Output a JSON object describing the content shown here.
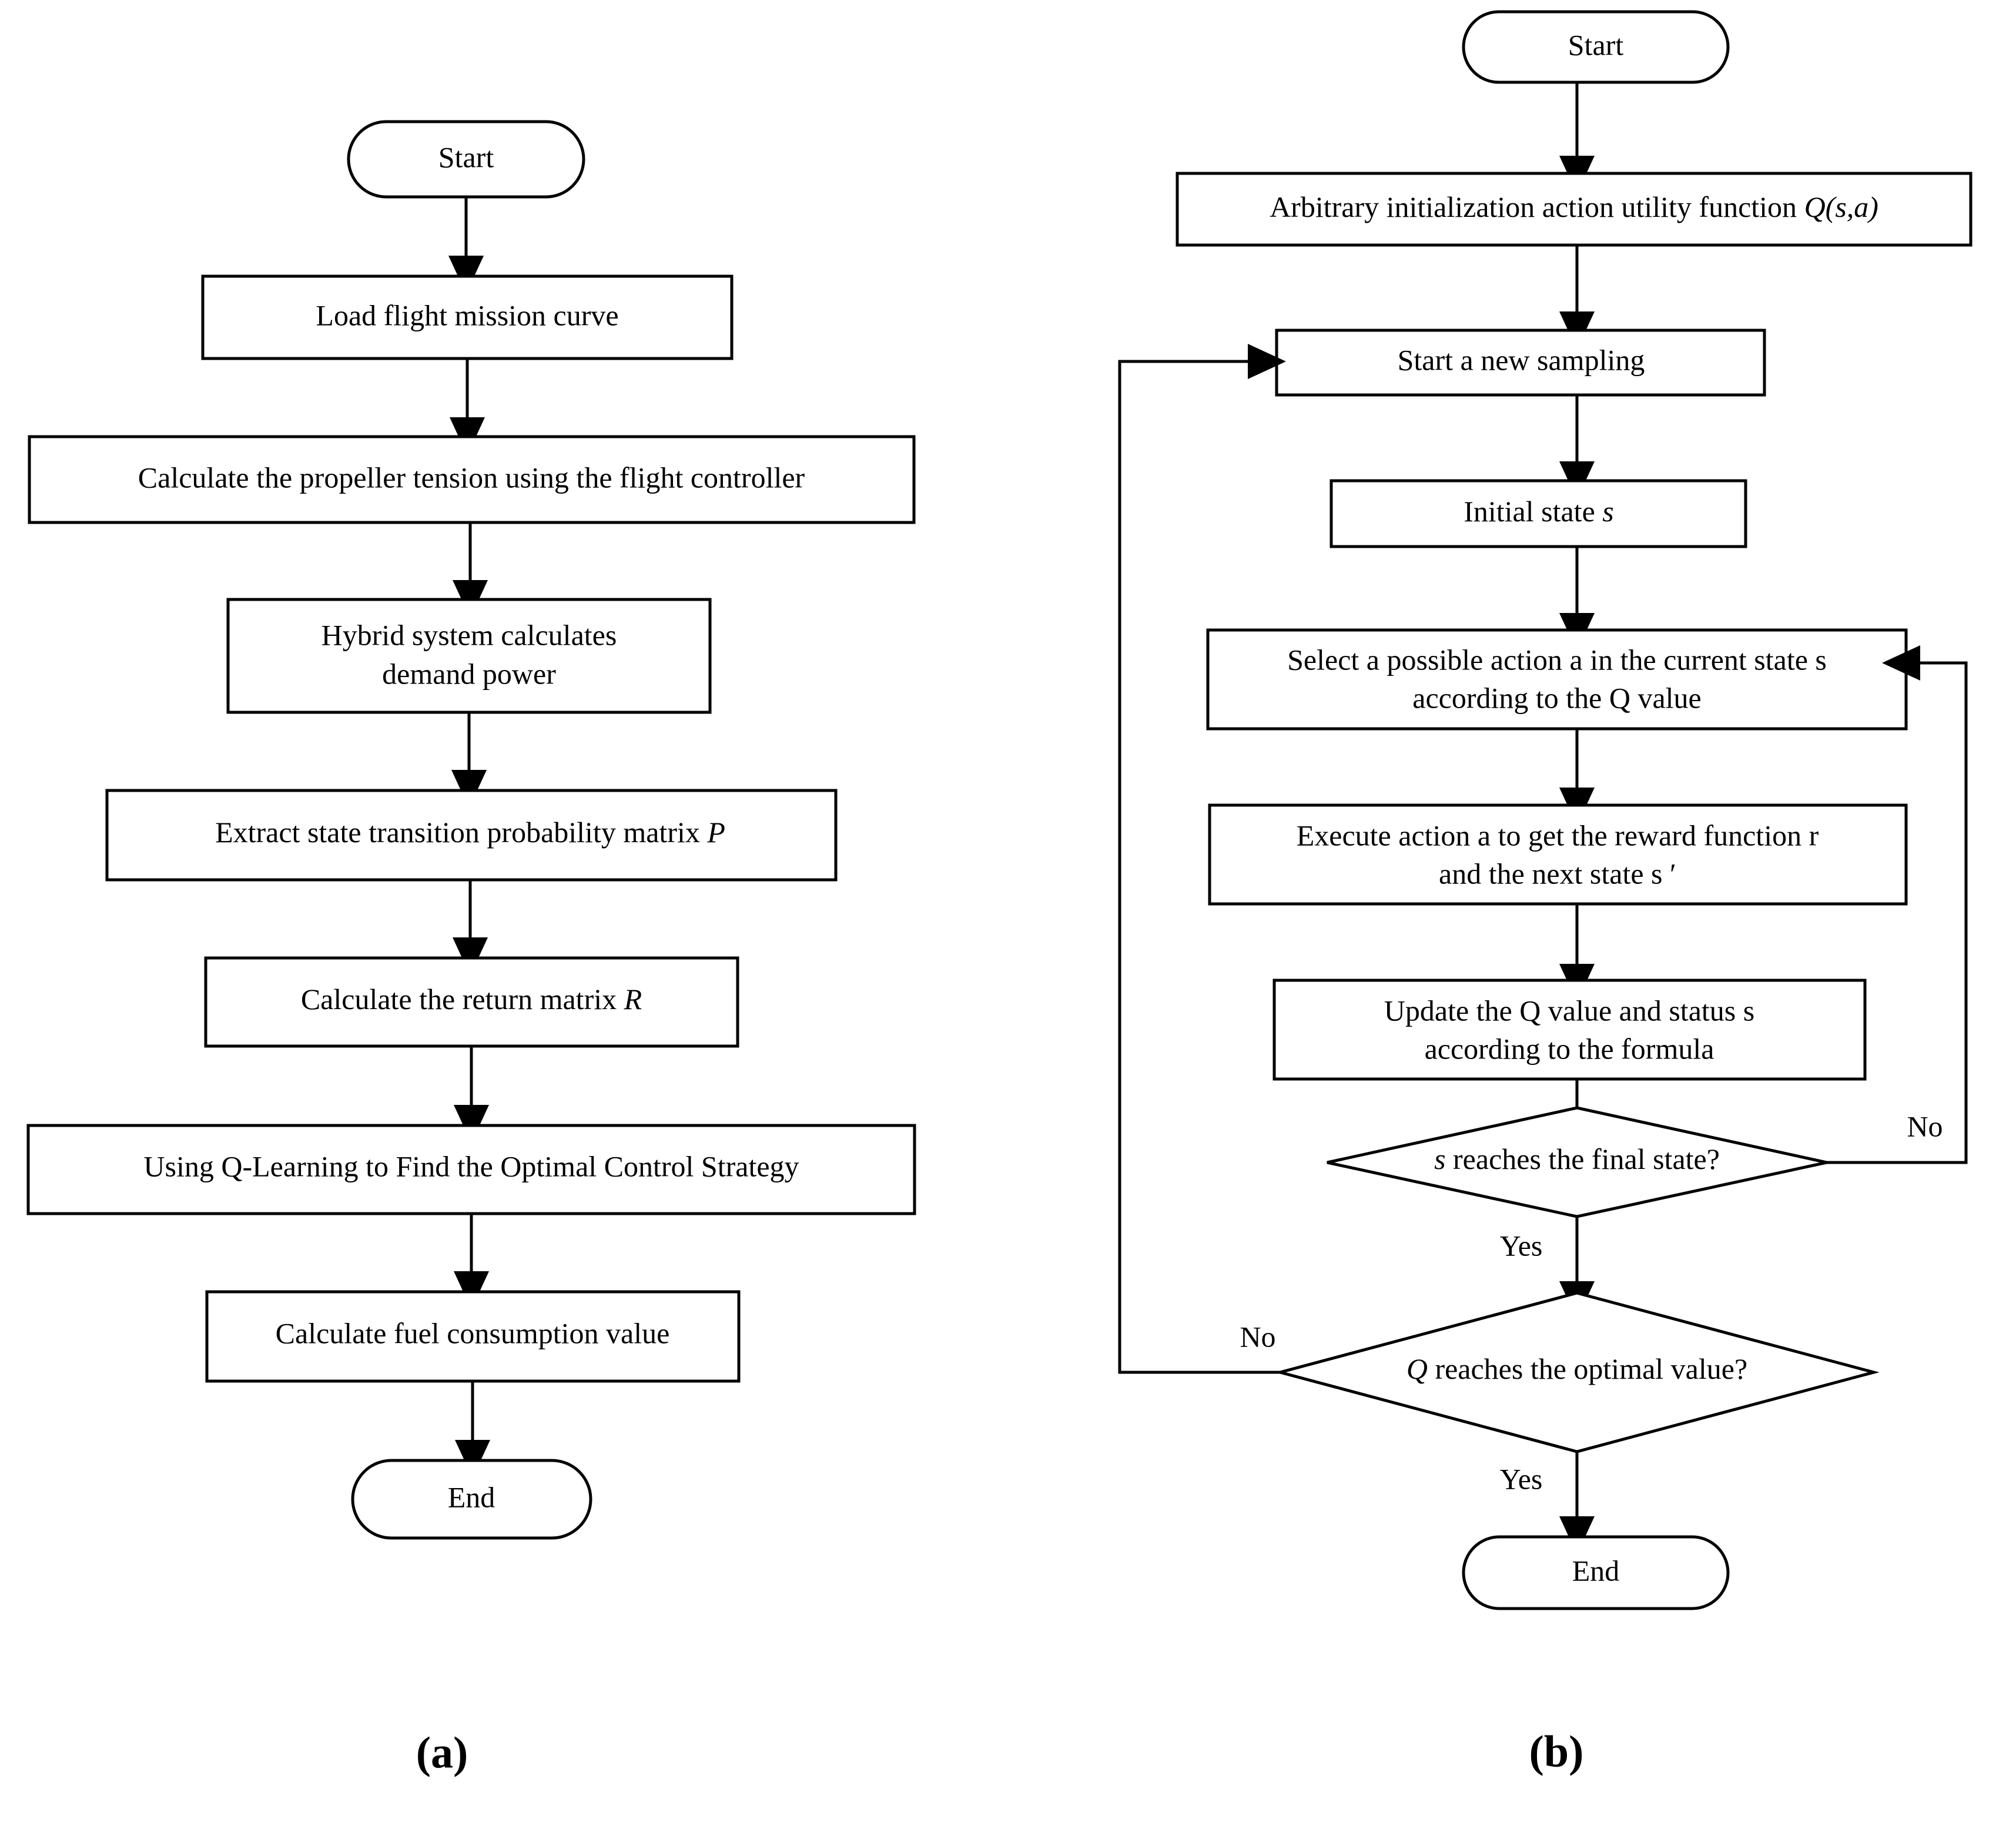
{
  "figure": {
    "background_color": "#ffffff",
    "line_color": "#000000",
    "panels": [
      {
        "caption": "(a)",
        "name": "energy-management-flowchart"
      },
      {
        "caption": "(b)",
        "name": "q-learning-flowchart"
      }
    ]
  },
  "panel_a": {
    "caption": "(a)",
    "nodes": [
      {
        "id": "a-start",
        "type": "terminator",
        "label": "Start"
      },
      {
        "id": "a-load",
        "type": "process",
        "label": "Load flight mission curve"
      },
      {
        "id": "a-tension",
        "type": "process",
        "label": "Calculate the propeller tension using the flight controller"
      },
      {
        "id": "a-hybrid",
        "type": "process",
        "label_line1": "Hybrid system calculates",
        "label_line2": "demand power"
      },
      {
        "id": "a-extract",
        "type": "process",
        "label_pre": "Extract state transition probability matrix ",
        "label_sym": "P"
      },
      {
        "id": "a-return",
        "type": "process",
        "label_pre": "Calculate the return matrix ",
        "label_sym": "R"
      },
      {
        "id": "a-qlearn",
        "type": "process",
        "label": "Using Q-Learning to Find the Optimal Control Strategy"
      },
      {
        "id": "a-fuel",
        "type": "process",
        "label": "Calculate fuel consumption value"
      },
      {
        "id": "a-end",
        "type": "terminator",
        "label": "End"
      }
    ]
  },
  "panel_b": {
    "caption": "(b)",
    "nodes": [
      {
        "id": "b-start",
        "type": "terminator",
        "label": "Start"
      },
      {
        "id": "b-init",
        "type": "process",
        "label_pre": "Arbitrary initialization action utility function ",
        "label_sym": "Q(s,a)"
      },
      {
        "id": "b-sample",
        "type": "process",
        "label": "Start a new sampling"
      },
      {
        "id": "b-state",
        "type": "process",
        "label_pre": "Initial state ",
        "label_sym": "s"
      },
      {
        "id": "b-select",
        "type": "process",
        "label_line1": "Select a possible action a in the current state s",
        "label_line2": "according to the Q value"
      },
      {
        "id": "b-execute",
        "type": "process",
        "label_line1": "Execute action a to get the reward function r",
        "label_line2": "and the next state s ′"
      },
      {
        "id": "b-update",
        "type": "process",
        "label_line1": "Update the Q value and status s",
        "label_line2": "according to the formula"
      },
      {
        "id": "b-dec1",
        "type": "decision",
        "label_pre": "s",
        "label_post": " reaches the final state?"
      },
      {
        "id": "b-dec2",
        "type": "decision",
        "label_pre": "Q",
        "label_post": " reaches the optimal value?"
      },
      {
        "id": "b-end",
        "type": "terminator",
        "label": "End"
      }
    ],
    "edge_labels": {
      "dec1_no": "No",
      "dec1_yes": "Yes",
      "dec2_no": "No",
      "dec2_yes": "Yes"
    }
  },
  "chart_data": {
    "type": "diagram",
    "title": "Two flowcharts: energy management strategy (a) and Q-Learning algorithm (b)",
    "panels": [
      {
        "caption": "(a)",
        "sequence": [
          "Start",
          "Load flight mission curve",
          "Calculate the propeller tension using the flight controller",
          "Hybrid system calculates demand power",
          "Extract state transition probability matrix P",
          "Calculate the return matrix R",
          "Using Q-Learning to Find the Optimal Control Strategy",
          "Calculate fuel consumption value",
          "End"
        ]
      },
      {
        "caption": "(b)",
        "sequence": [
          "Start",
          "Arbitrary initialization action utility function Q(s,a)",
          "Start a new sampling",
          "Initial state s",
          "Select a possible action a in the current state s according to the Q value",
          "Execute action a to get the reward function r and the next state s ′",
          "Update the Q value and status s according to the formula",
          "s reaches the final state?",
          "Q reaches the optimal value?",
          "End"
        ],
        "branches": [
          {
            "from": "s reaches the final state?",
            "label": "No",
            "to": "Select a possible action a in the current state s according to the Q value"
          },
          {
            "from": "s reaches the final state?",
            "label": "Yes",
            "to": "Q reaches the optimal value?"
          },
          {
            "from": "Q reaches the optimal value?",
            "label": "No",
            "to": "Start a new sampling"
          },
          {
            "from": "Q reaches the optimal value?",
            "label": "Yes",
            "to": "End"
          }
        ]
      }
    ]
  }
}
